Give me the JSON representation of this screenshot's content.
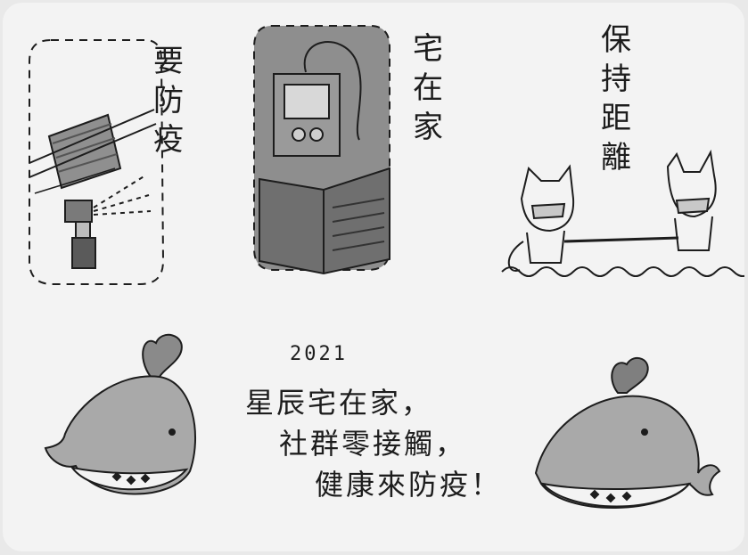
{
  "drawing": {
    "top_left_caption": [
      "要",
      "防",
      "疫"
    ],
    "top_middle_caption": [
      "宅",
      "在",
      "家"
    ],
    "top_right_caption": [
      "保",
      "持",
      "距",
      "離"
    ],
    "year": "2021",
    "message_lines": [
      "星辰宅在家，",
      "社群零接觸，",
      "健康來防疫！"
    ],
    "colors": {
      "paper": "#f3f3f3",
      "ink": "#1d1d1d",
      "pencil_shade": "#a9a9a9",
      "dark_shade": "#6f6f6f"
    }
  }
}
